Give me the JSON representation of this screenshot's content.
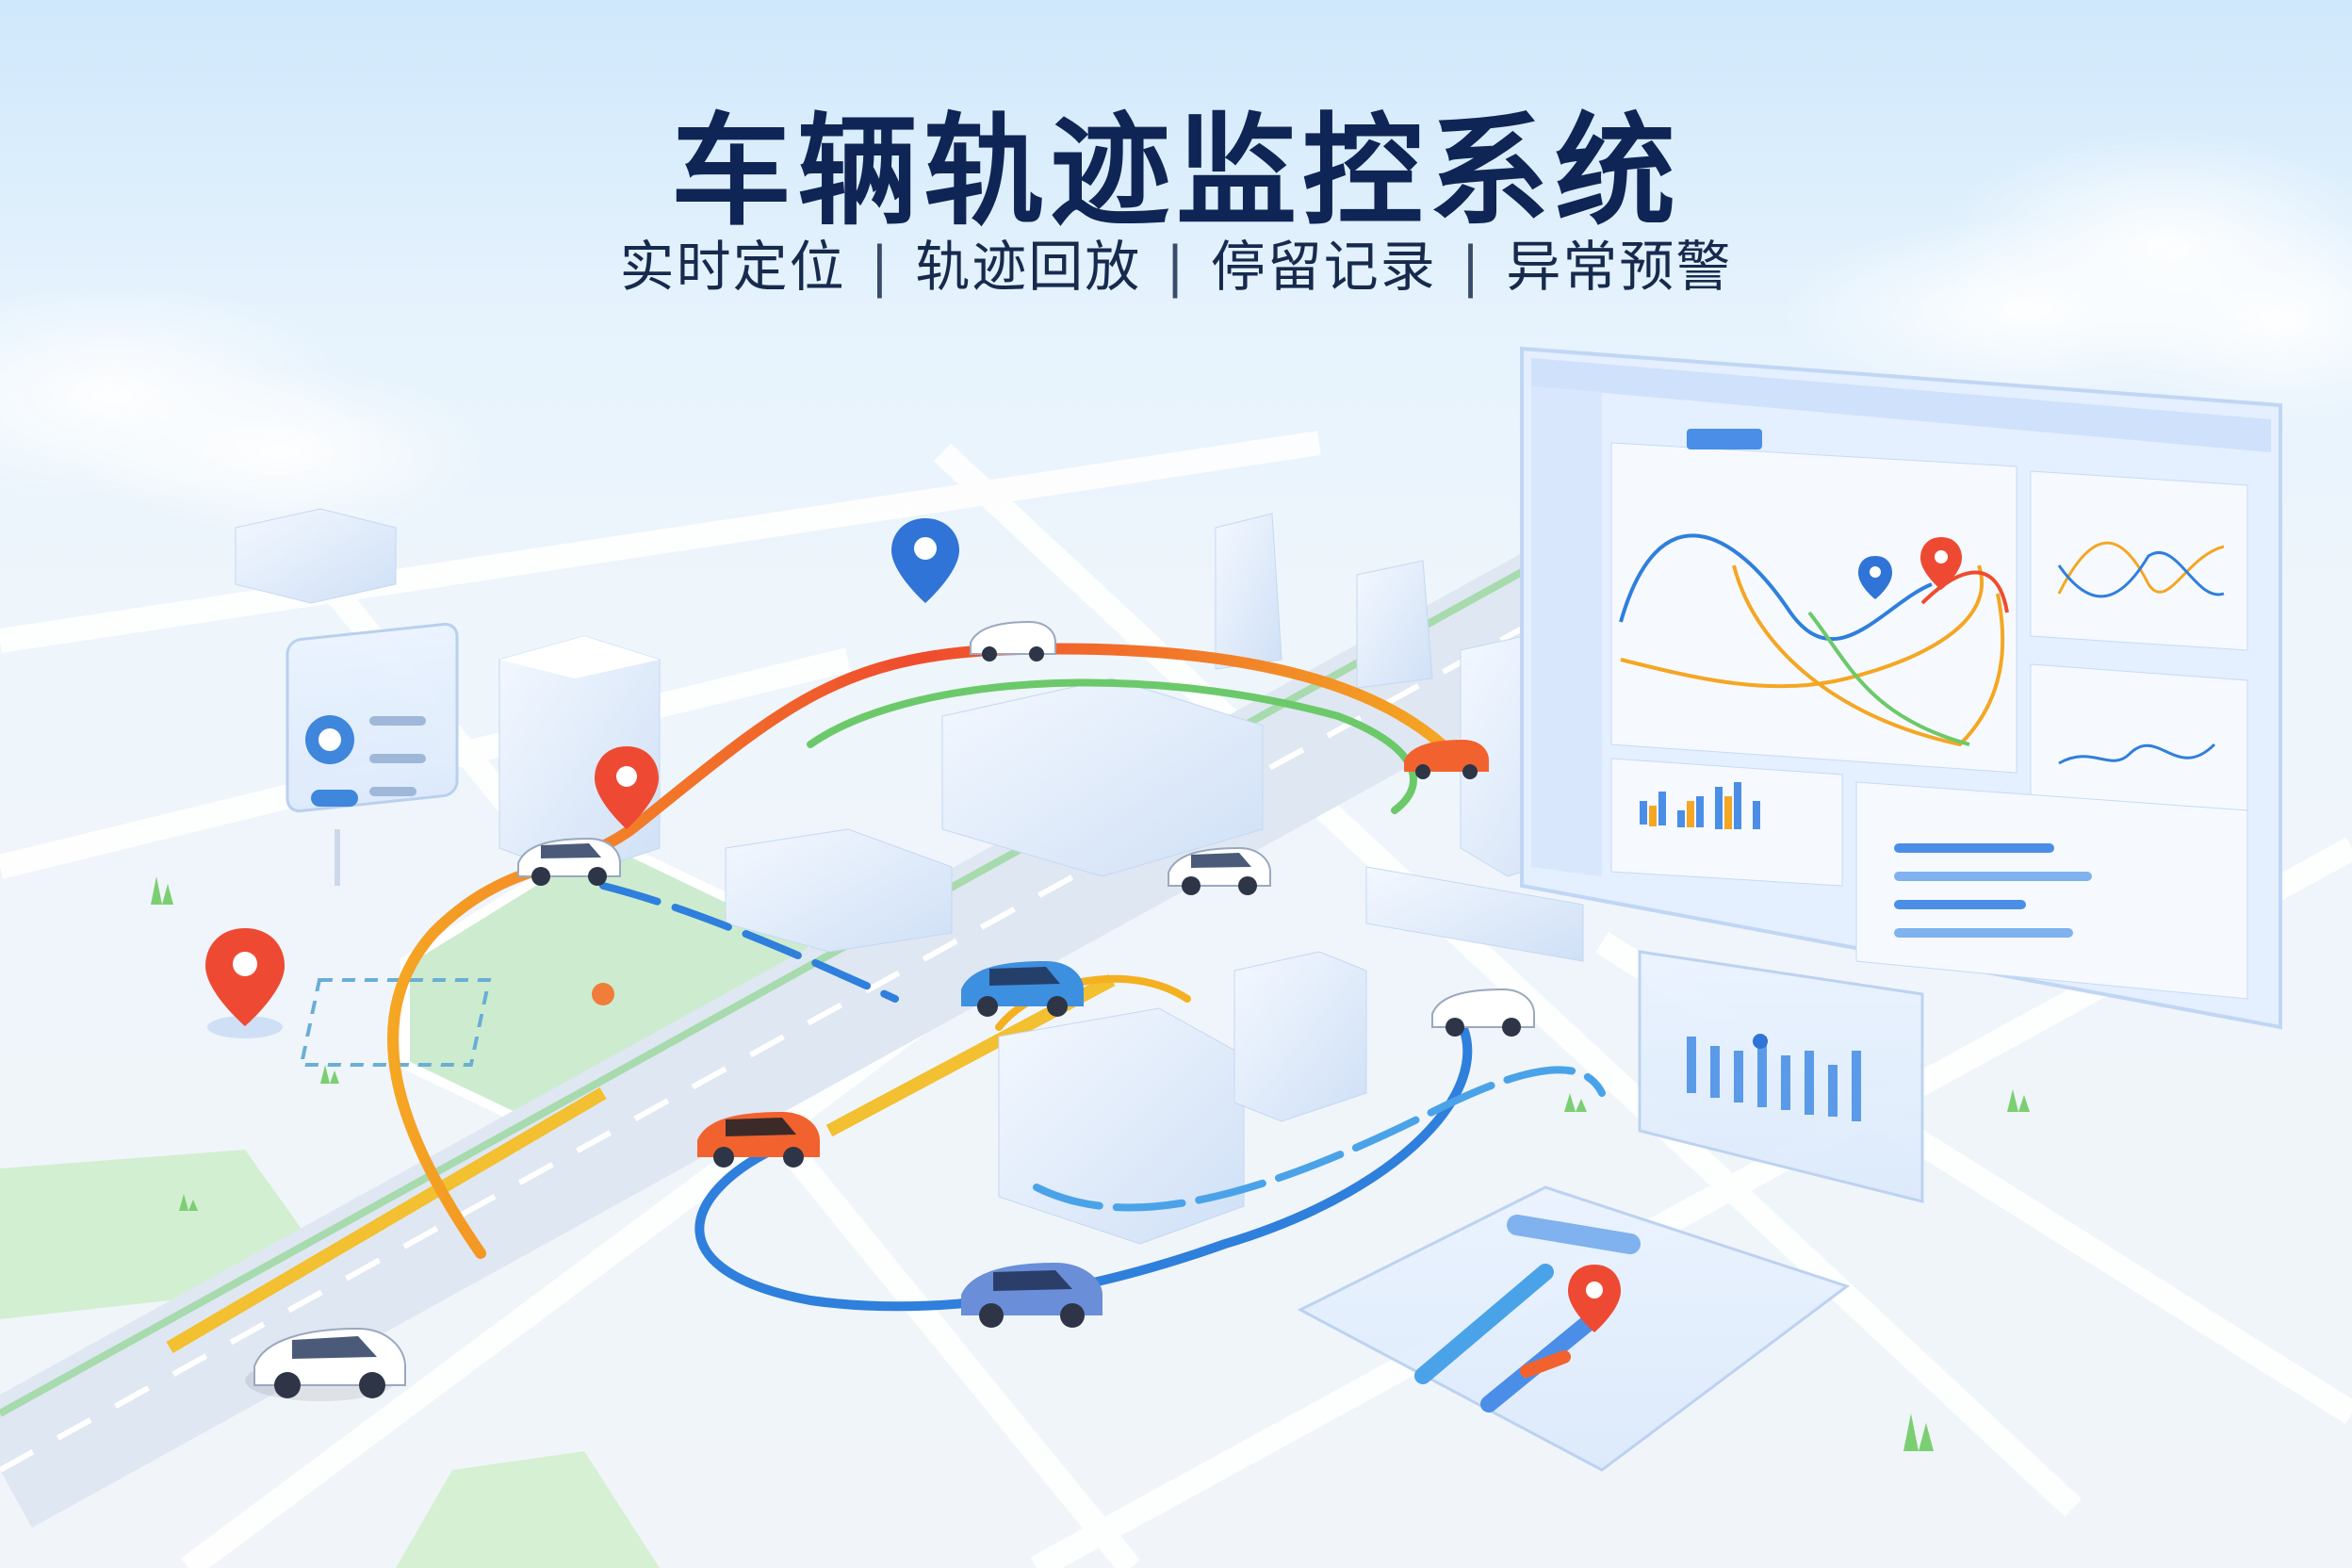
{
  "header": {
    "title": "车辆轨迹监控系统",
    "features": [
      "实时定位",
      "轨迹回放",
      "停留记录",
      "异常预警"
    ],
    "separator": "|"
  },
  "colors": {
    "title": "#0f2556",
    "route_red": "#ef4b2e",
    "route_orange": "#f59a22",
    "route_green": "#6cc96a",
    "route_blue": "#2f7fdc",
    "panel_accent": "#4a8ee8",
    "pin_red": "#ee4a33",
    "pin_blue": "#2f74d6"
  },
  "icons": {
    "map_pin": "location-pin-icon",
    "car": "car-icon",
    "chart": "chart-icon",
    "menu": "menu-icon"
  }
}
